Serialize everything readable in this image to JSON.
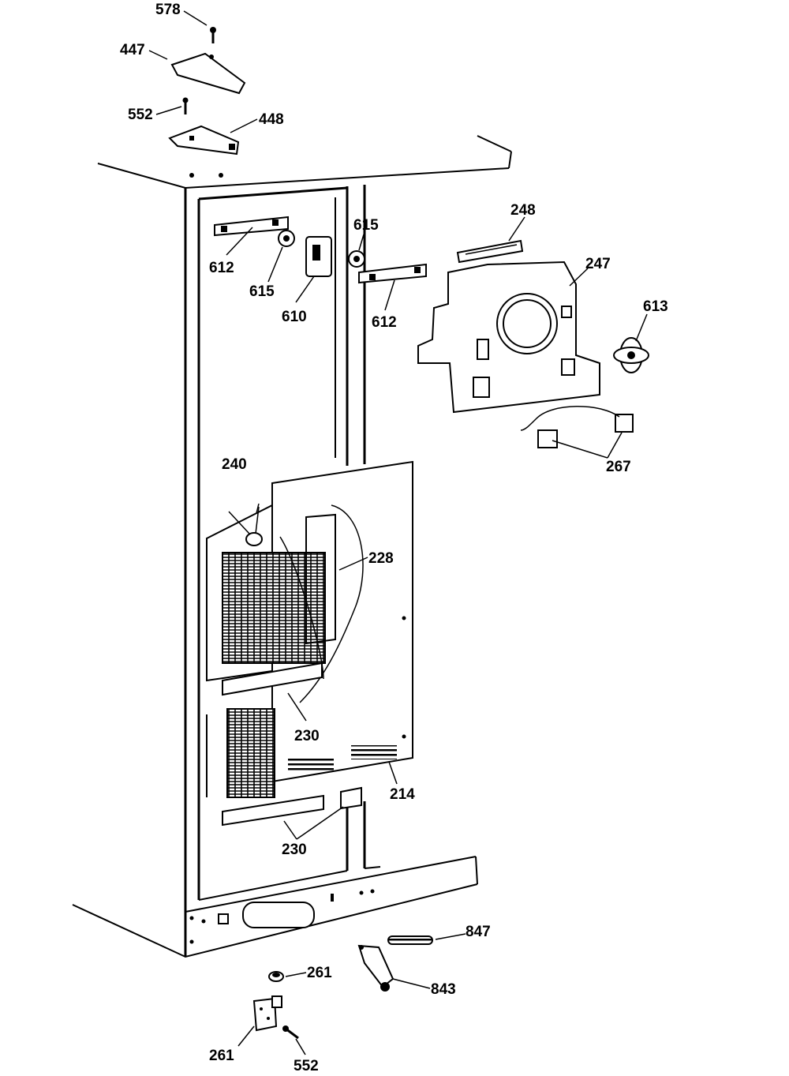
{
  "diagram": {
    "labels": {
      "l578": "578",
      "l447": "447",
      "l552a": "552",
      "l448": "448",
      "l248": "248",
      "l247": "247",
      "l613": "613",
      "l612a": "612",
      "l615a": "615",
      "l610": "610",
      "l615b": "615",
      "l612b": "612",
      "l267": "267",
      "l240": "240",
      "l228": "228",
      "l230a": "230",
      "l214": "214",
      "l230b": "230",
      "l847": "847",
      "l261a": "261",
      "l843": "843",
      "l261b": "261",
      "l552b": "552"
    }
  }
}
